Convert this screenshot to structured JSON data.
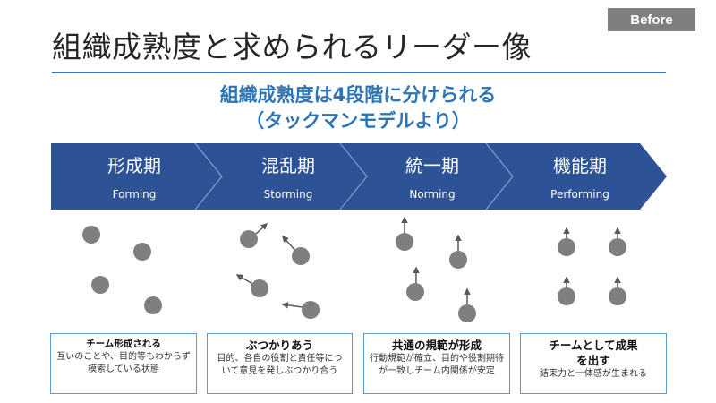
{
  "before_label": "Before",
  "title": "組織成熟度と求められるリーダー像",
  "subtitle": {
    "line1": "組織成熟度は4段階に分けられる",
    "line2": "（タックマンモデルより）"
  },
  "colors": {
    "accent": "#2e5296",
    "subtitle": "#2e75b6",
    "rule": "#4472c4",
    "dot": "#7f7f7f"
  },
  "stages": [
    {
      "jp": "形成期",
      "en": "Forming"
    },
    {
      "jp": "混乱期",
      "en": "Storming"
    },
    {
      "jp": "統一期",
      "en": "Norming"
    },
    {
      "jp": "機能期",
      "en": "Performing"
    }
  ],
  "descriptions": [
    {
      "head": "チーム形成される",
      "body": "互いのことや、目的等もわからず模索している状態"
    },
    {
      "head": "ぶつかりあう",
      "body": "目的、各自の役割と責任等について意見を発しぶつかり合う"
    },
    {
      "head": "共通の規範が形成",
      "body": "行動規範が確立、目的や役割期待が一致しチーム内関係が安定"
    },
    {
      "head": "チームとして成果を出す",
      "body": "結束力と一体感が生まれる"
    }
  ]
}
